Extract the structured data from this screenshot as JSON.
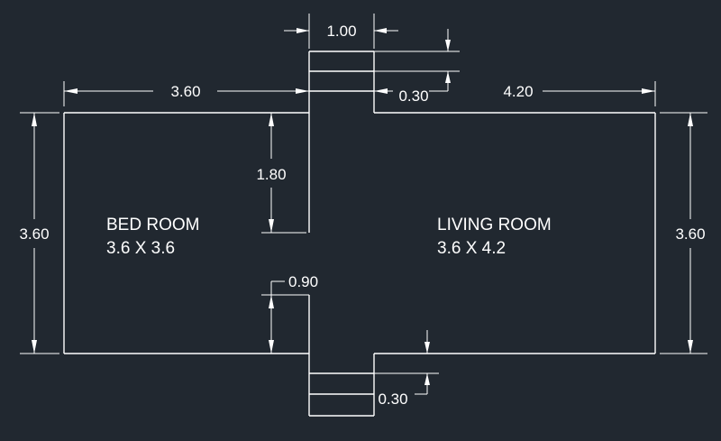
{
  "rooms": {
    "bedroom": {
      "name": "BED ROOM",
      "size": "3.6 X 3.6"
    },
    "living": {
      "name": "LIVING ROOM",
      "size": "3.6 X 4.2"
    }
  },
  "dimensions": {
    "top_opening": "1.00",
    "bedroom_width": "3.60",
    "living_width": "4.20",
    "step_top": "0.30",
    "bedroom_height_left": "3.60",
    "living_height_right": "3.60",
    "wall_upper": "1.80",
    "wall_lower": "0.90",
    "step_bottom": "0.30"
  },
  "colors": {
    "background": "#212830",
    "lines": "#ffffff"
  }
}
